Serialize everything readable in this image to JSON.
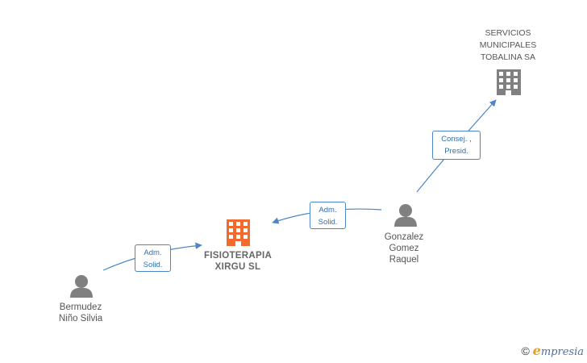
{
  "nodes": {
    "servicios": {
      "label": "SERVICIOS\nMUNICIPALES\nTOBALINA SA",
      "icon": "building-icon",
      "color": "#808080"
    },
    "fisioterapia": {
      "label": "FISIOTERAPIA\nXIRGU  SL",
      "icon": "building-icon",
      "color": "#f26a2e"
    },
    "gonzalez": {
      "label": "Gonzalez\nGomez\nRaquel",
      "icon": "person-icon",
      "color": "#808080"
    },
    "bermudez": {
      "label": "Bermudez\nNiño Silvia",
      "icon": "person-icon",
      "color": "#808080"
    }
  },
  "edges": {
    "gonzalez_servicios": {
      "label": "Consej. ,\nPresid."
    },
    "gonzalez_fisioterapia": {
      "label": "Adm.\nSolid."
    },
    "bermudez_fisioterapia": {
      "label": "Adm.\nSolid."
    }
  },
  "colors": {
    "edge": "#4a86c8",
    "company_focus": "#f26a2e",
    "company_other": "#808080",
    "person": "#808080"
  },
  "footer": {
    "copyright_symbol": "©",
    "brand_initial": "e",
    "brand_rest": "mpresia"
  }
}
